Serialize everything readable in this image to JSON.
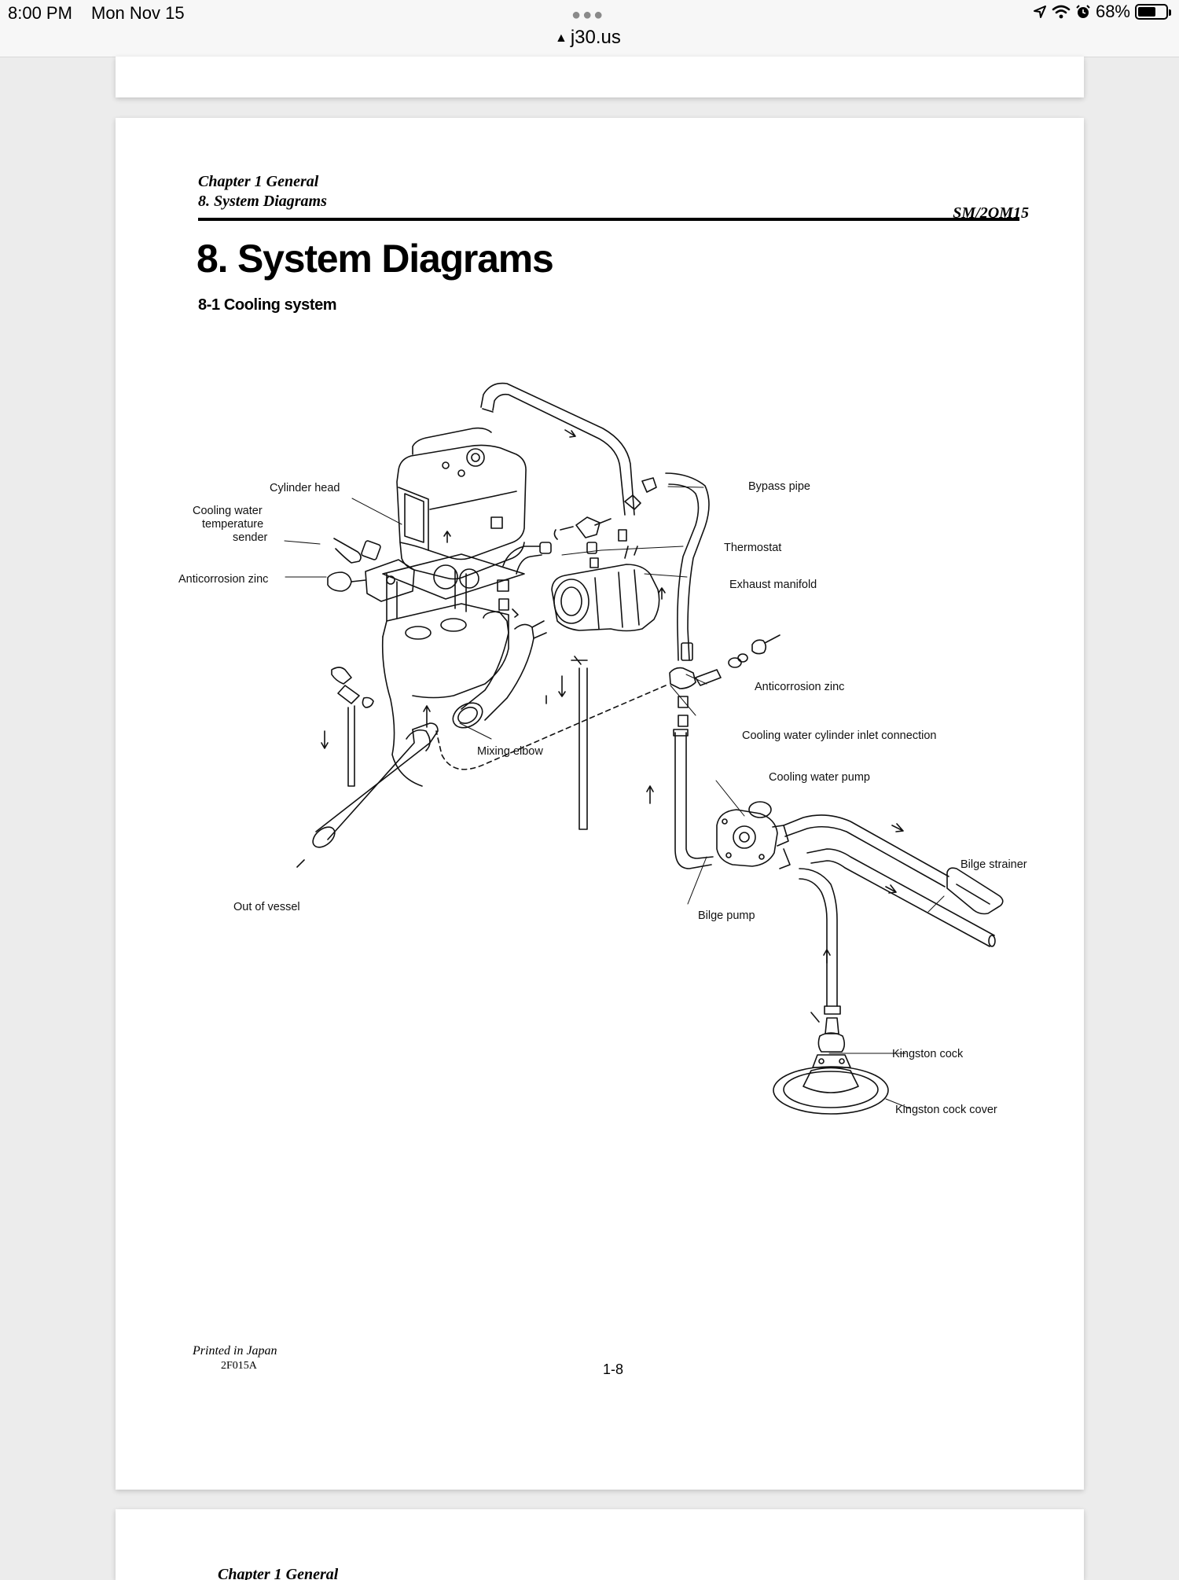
{
  "status_bar": {
    "time": "8:00 PM",
    "date": "Mon Nov 15",
    "url": "j30.us",
    "battery": "68%",
    "battery_level": 0.68,
    "icons": [
      "location-icon",
      "wifi-icon",
      "alarm-icon",
      "battery-icon",
      "lock-icon",
      "more-dots-icon"
    ]
  },
  "document": {
    "header_chapter": "Chapter 1 General",
    "header_section": "8. System Diagrams",
    "model": "SM/2QM15",
    "title": "8. System Diagrams",
    "subtitle": "8-1 Cooling system",
    "footer_printed": "Printed in Japan",
    "footer_code": "2F015A",
    "page_number": "1-8",
    "next_page_header": "Chapter 1 General"
  },
  "diagram": {
    "labels": {
      "cylinder_head": "Cylinder head",
      "sender_1": "Cooling water",
      "sender_2": "temperature",
      "sender_3": "sender",
      "zinc_left": "Anticorrosion zinc",
      "bypass_pipe": "Bypass pipe",
      "thermostat": "Thermostat",
      "exhaust_manifold": "Exhaust manifold",
      "zinc_right": "Anticorrosion zinc",
      "inlet_connection": "Cooling water cylinder inlet connection",
      "mixing_elbow": "Mixing elbow",
      "pump": "Cooling water pump",
      "bilge_strainer": "Bilge strainer",
      "bilge_pump": "Bilge pump",
      "out_of_vessel": "Out of vessel",
      "kingston_cock": "Kingston cock",
      "kingston_cover": "Kingston cock cover"
    }
  }
}
